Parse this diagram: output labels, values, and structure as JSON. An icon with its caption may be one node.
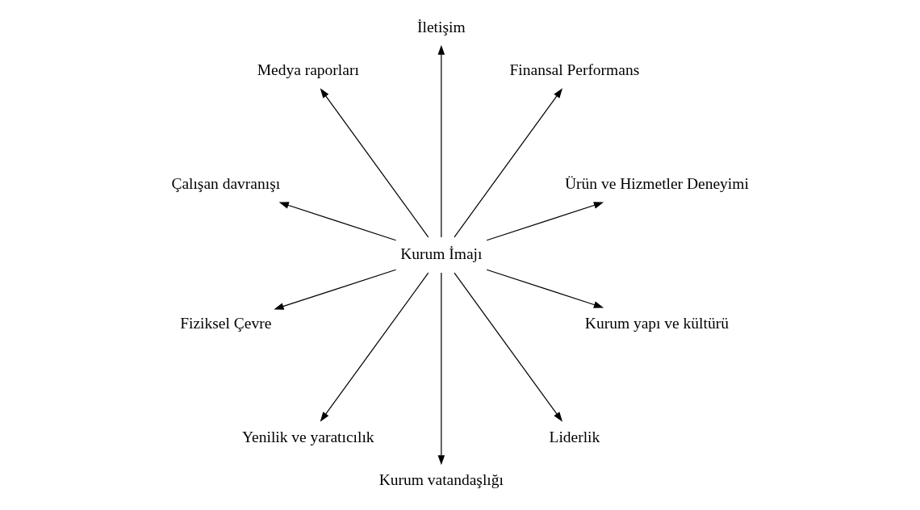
{
  "diagram": {
    "nodes": [
      {
        "text": [
          "Ürün ve Hizmetler Deneyimi"
        ]
      },
      {
        "text": [
          "Finansal Performans"
        ]
      },
      {
        "text": [
          "İletişim"
        ]
      },
      {
        "text": [
          "Medya raporları"
        ]
      },
      {
        "text": [
          "Çalışan davranışı"
        ]
      },
      {
        "text": [
          "Kurum İmajı"
        ]
      },
      {
        "text": [
          "Fiziksel Çevre"
        ]
      },
      {
        "text": [
          "Yenilik ve yaratıcılık"
        ]
      },
      {
        "text": [
          "Kurum vatandaşlığı"
        ]
      },
      {
        "text": [
          "Liderlik"
        ]
      },
      {
        "text": [
          "Kurum yapı ve kültürü"
        ]
      }
    ],
    "edges": [
      {
        "from": 5,
        "to": 0,
        "arrow": "to"
      },
      {
        "from": 5,
        "to": 2,
        "arrow": "to"
      },
      {
        "from": 5,
        "to": 3,
        "arrow": "to"
      },
      {
        "from": 5,
        "to": 7,
        "arrow": "to"
      },
      {
        "from": 5,
        "to": 10,
        "arrow": "to"
      },
      {
        "from": 5,
        "to": 9,
        "arrow": "to"
      },
      {
        "from": 5,
        "to": 8,
        "arrow": "to"
      },
      {
        "from": 5,
        "to": 6,
        "arrow": "to"
      },
      {
        "from": 5,
        "to": 4,
        "arrow": "to"
      },
      {
        "from": 5,
        "to": 1,
        "arrow": "to"
      }
    ]
  }
}
